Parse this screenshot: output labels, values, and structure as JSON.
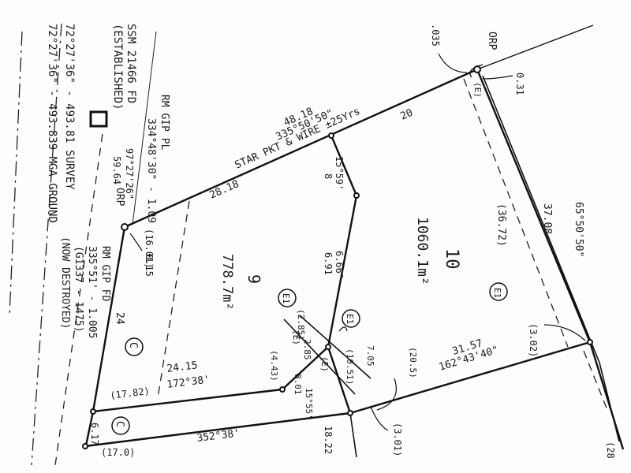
{
  "plan": {
    "survey_note": {
      "line1": "SSM 21466 FD",
      "line2": "(ESTABLISHED)",
      "line3": "72°27'36\" - 493.81 SURVEY",
      "line4": "72°27'36\" - 493.839 MGA GROUND"
    },
    "rm_gip_pl": {
      "label": "RM GIP PL",
      "bearing": "334°48'30\" - 1.09"
    },
    "rm_gip_fd": {
      "line1": "RM GIP FD",
      "line2": "335°51' - 1.005",
      "line3": "(G1337 - 1475)",
      "line4": "(NOW DESTROYED)"
    },
    "ssm_dist": "97°27'26\"",
    "ssm_val": "59.64",
    "orp_left": "ORP",
    "orp_top": "ORP",
    "top_035": ".035",
    "star_picket": "STAR PKT & WIRE ±25Yrs",
    "top_bearing": "335°50'50\"",
    "top_dist": "48.18",
    "seg_20": "20",
    "seg_2818": "28.18",
    "val_031": "0.31",
    "val_015": "0.15",
    "val_1601": "(16.01)",
    "e_tag_top": "(E)",
    "lot10": {
      "number": "10",
      "area": "1060.1m²"
    },
    "lot9": {
      "number": "9",
      "area": "778.7m²"
    },
    "right_dist": "37.08",
    "right_dist_bracket": "(36.72)",
    "right_bearing": "65°50'50\"",
    "inner_bearing": "15°59'",
    "inner_8": "8",
    "inner_dist": "6.91",
    "inner_bearing2": "6.66°",
    "tag_e1_a": "E1",
    "tag_e1_b": "E1",
    "tag_e1_c": "E1",
    "tag_e_small": "(E)",
    "tag_e_small2": "(E)",
    "val_285a": "(2.85)",
    "val_285b": "2.85",
    "val_143": "(4.43)",
    "val_1051": "(10.51)",
    "val_801": "8.01",
    "val_bearing_inner": "15°55'",
    "val_2005": "(20.5)",
    "val_705": "7.05",
    "lower_bearing": "162°43'40\"",
    "lower_dist": "31.57",
    "val_302": "(3.02)",
    "val_301": "(3.01)",
    "val_24": "24",
    "c_tag_a": "C",
    "c_tag_b": "C",
    "bottom_bearing": "172°38'",
    "bottom_dist": "24.15",
    "val_1782": "(17.82)",
    "val_617": "6.17",
    "bottom2_bearing": "352°38'",
    "val_1822": "18.22",
    "val_170": "(17.0)",
    "val_28": "(28"
  }
}
